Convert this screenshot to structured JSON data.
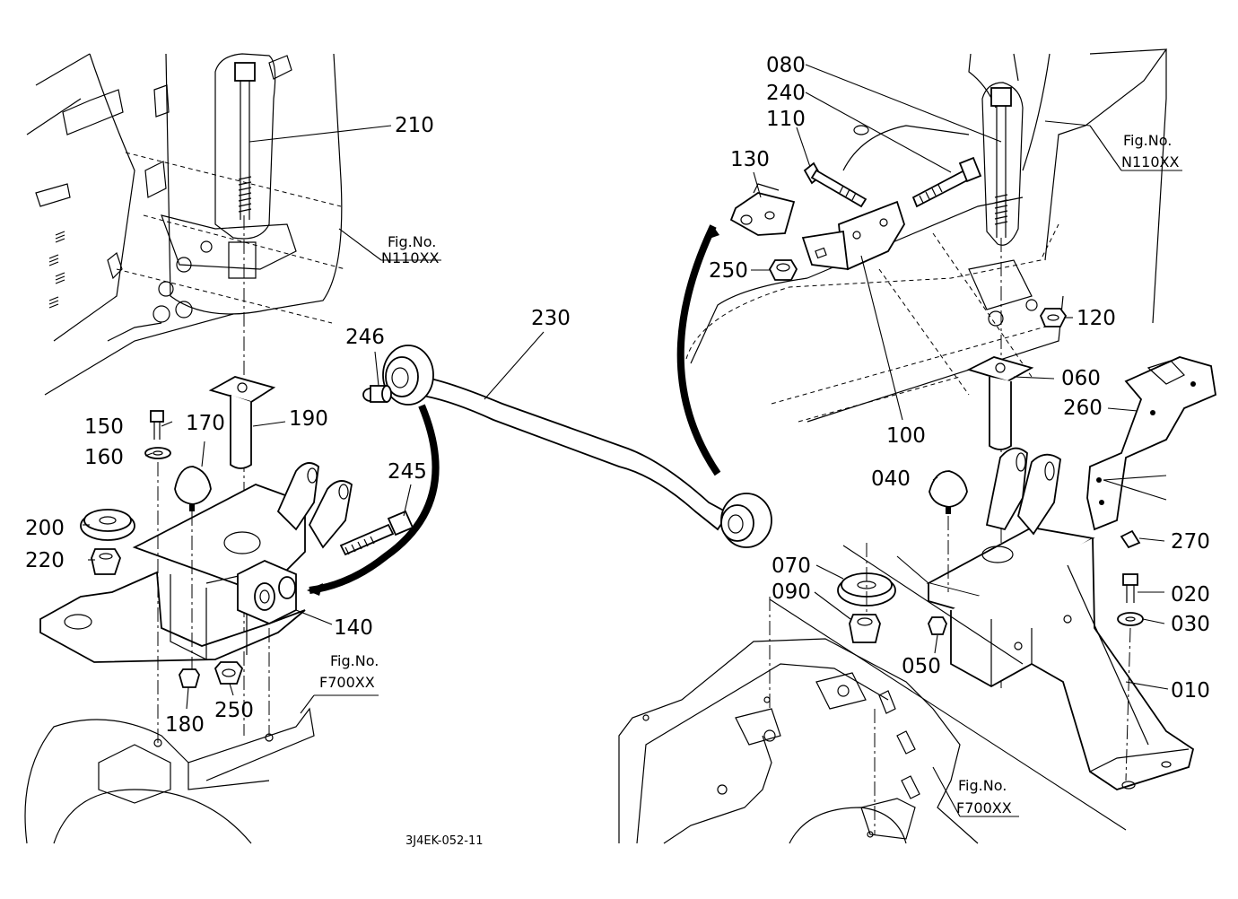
{
  "diagram_code": "3J4EK-052-11",
  "fig_refs": {
    "left_top": {
      "line1": "Fig.No.",
      "line2": "N110XX"
    },
    "left_bottom": {
      "line1": "Fig.No.",
      "line2": "F700XX"
    },
    "right_top": {
      "line1": "Fig.No.",
      "line2": "N110XX"
    },
    "right_bottom": {
      "line1": "Fig.No.",
      "line2": "F700XX"
    }
  },
  "parts": {
    "p210": "210",
    "p150": "150",
    "p160": "160",
    "p170": "170",
    "p190": "190",
    "p200": "200",
    "p220": "220",
    "p245": "245",
    "p246": "246",
    "p140": "140",
    "p180": "180",
    "p250a": "250",
    "p230": "230",
    "p080": "080",
    "p240": "240",
    "p110": "110",
    "p130": "130",
    "p250b": "250",
    "p120": "120",
    "p060": "060",
    "p260": "260",
    "p100": "100",
    "p040": "040",
    "p270": "270",
    "p070": "070",
    "p090": "090",
    "p020": "020",
    "p030": "030",
    "p050": "050",
    "p010": "010"
  }
}
